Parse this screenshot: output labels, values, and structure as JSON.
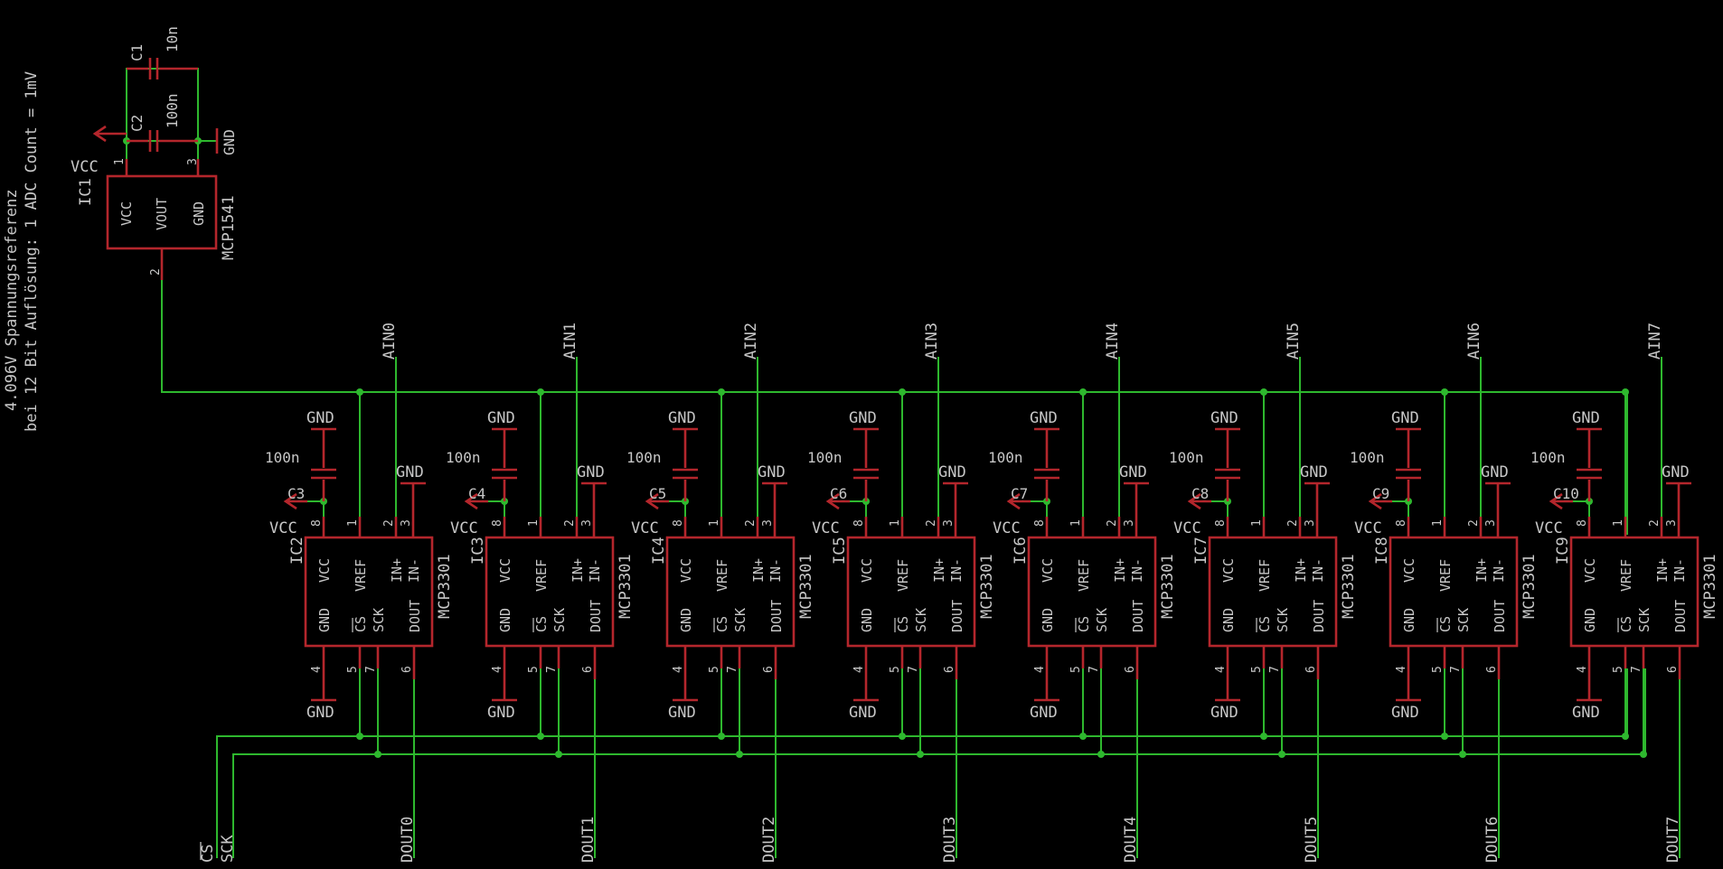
{
  "notes": {
    "line1": "4.096V Spannungsreferenz",
    "line2": "bei 12 Bit Auflösung: 1 ADC Count = 1mV"
  },
  "reference": {
    "name": "IC1",
    "value": "MCP1541",
    "supply": "VCC",
    "ground": "GND",
    "pins": {
      "vcc": "VCC",
      "vout": "VOUT",
      "gnd": "GND"
    },
    "pin_numbers": {
      "vcc": "1",
      "vout": "2",
      "gnd": "3"
    },
    "caps": [
      {
        "name": "C1",
        "value": "10n"
      },
      {
        "name": "C2",
        "value": "100n"
      }
    ]
  },
  "adc_pins": {
    "vcc": "VCC",
    "vref": "VREF",
    "inp": "IN+",
    "inn": "IN-",
    "gnd": "GND",
    "cs": "CS",
    "sck": "SCK",
    "dout": "DOUT",
    "num_vcc": "8",
    "num_vref": "1",
    "num_inp": "2",
    "num_inn": "3",
    "num_gnd": "4",
    "num_cs": "5",
    "num_sck": "7",
    "num_dout": "6"
  },
  "adc_common": {
    "supply": "VCC",
    "ground": "GND",
    "cap_value": "100n",
    "part_value": "MCP3301"
  },
  "adcs": [
    {
      "ic": "IC2",
      "cap": "C3",
      "ain": "AIN0",
      "dout": "DOUT0"
    },
    {
      "ic": "IC3",
      "cap": "C4",
      "ain": "AIN1",
      "dout": "DOUT1"
    },
    {
      "ic": "IC4",
      "cap": "C5",
      "ain": "AIN2",
      "dout": "DOUT2"
    },
    {
      "ic": "IC5",
      "cap": "C6",
      "ain": "AIN3",
      "dout": "DOUT3"
    },
    {
      "ic": "IC6",
      "cap": "C7",
      "ain": "AIN4",
      "dout": "DOUT4"
    },
    {
      "ic": "IC7",
      "cap": "C8",
      "ain": "AIN5",
      "dout": "DOUT5"
    },
    {
      "ic": "IC8",
      "cap": "C9",
      "ain": "AIN6",
      "dout": "DOUT6"
    },
    {
      "ic": "IC9",
      "cap": "C10",
      "ain": "AIN7",
      "dout": "DOUT7"
    }
  ],
  "bus": {
    "cs": "CS",
    "sck": "SCK"
  },
  "colors": {
    "background": "#000000",
    "net": "#2eb82e",
    "part": "#b4262c",
    "text": "#c7c7c7"
  }
}
